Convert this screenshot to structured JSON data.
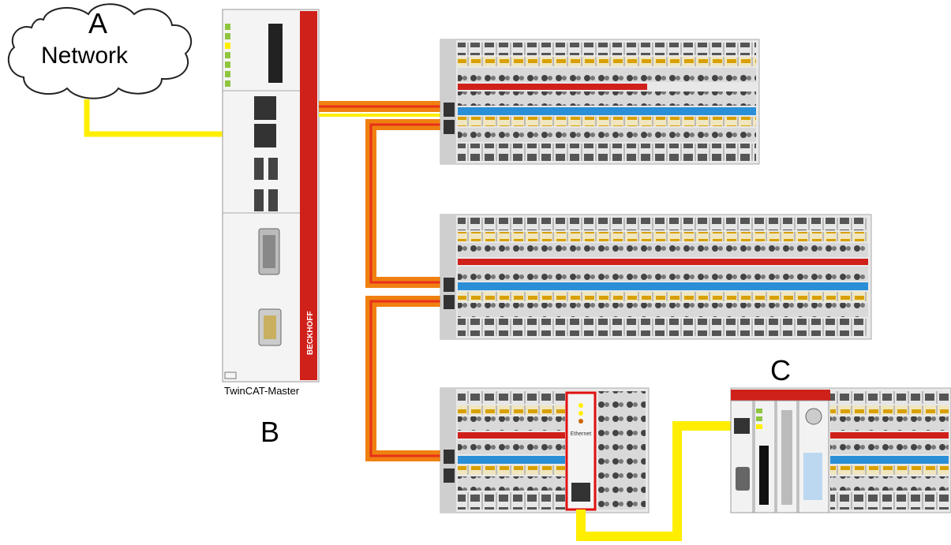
{
  "labels": {
    "network_letter": "A",
    "network_text": "Network",
    "master_caption": "TwinCAT-Master",
    "master_letter": "B",
    "remote_letter": "C"
  },
  "device_texts": {
    "brand": "BECKHOFF",
    "ethernet": "Ethernet"
  },
  "colors": {
    "cable_yellow": "#ffee00",
    "cable_orange": "#f08010",
    "cable_red": "#e8301a",
    "brand_red": "#d0201a",
    "terminal_green": "#8ec63f",
    "terminal_blue": "#2a8fd6"
  }
}
